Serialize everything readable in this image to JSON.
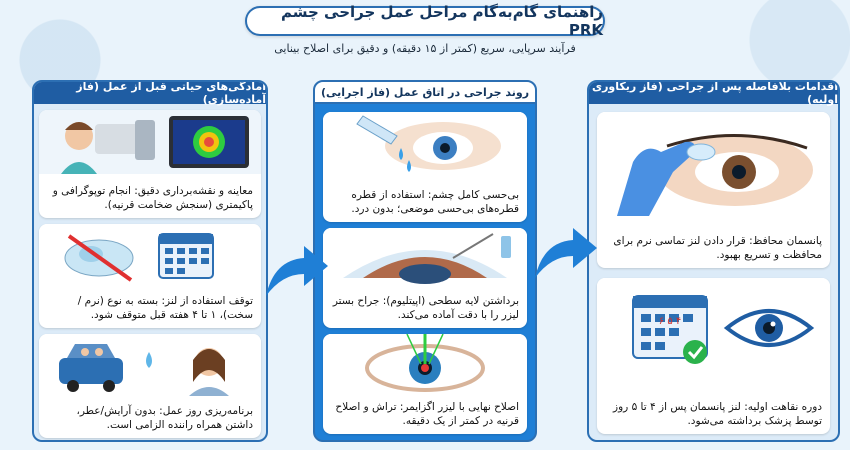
{
  "header": {
    "title": "راهنمای گام‌به‌گام مراحل عمل جراحی چشم PRK",
    "subtitle": "فرآیند سرپایی، سریع (کمتر از ۱۵ دقیقه) و دقیق برای اصلاح بینایی"
  },
  "columns": {
    "prep": {
      "title": "آمادگی‌های حیاتی قبل از عمل (فاز آماده‌سازی)",
      "cards": [
        {
          "text": "معاینه و نقشه‌برداری دقیق: انجام توپوگرافی و پاکیمتری (سنجش ضخامت قرنیه)."
        },
        {
          "text": "توقف استفاده از لنز: بسته به نوع (نرم /سخت)، ۱ تا ۴ هفته قبل متوقف شود."
        },
        {
          "text": "برنامه‌ریزی روز عمل: بدون آرایش/عطر، داشتن همراه راننده الزامی است."
        }
      ]
    },
    "surgery": {
      "title": "روند جراحی در اتاق عمل (فاز اجرایی)",
      "cards": [
        {
          "text": "بی‌حسی کامل چشم: استفاده از قطره قطره‌های بی‌حسی موضعی؛ بدون درد."
        },
        {
          "text": "برداشتن لایه سطحی (اپیتلیوم): جراح بستر لیزر را با دقت آماده می‌کند."
        },
        {
          "text": "اصلاح نهایی با لیزر اگزایمر: تراش و اصلاح قرنیه در کمتر از یک دقیقه."
        }
      ]
    },
    "recovery": {
      "title": "اقدامات بلافاصله پس از جراحی (فاز ریکاوری اولیه)",
      "cards": [
        {
          "text": "پانسمان محافظ: قرار دادن لنز تماسی نرم برای محافظت و تسریع بهبود."
        },
        {
          "text": "دوره نقاهت اولیه: لنز پانسمان پس از ۴ تا ۵ روز توسط پزشک برداشته می‌شود."
        }
      ],
      "calendar_days": "۴ ۵ ۶"
    }
  },
  "colors": {
    "brand": "#1f5da3",
    "accent": "#1f7fd6",
    "panel": "#dcebf8",
    "check": "#2bb24c"
  }
}
